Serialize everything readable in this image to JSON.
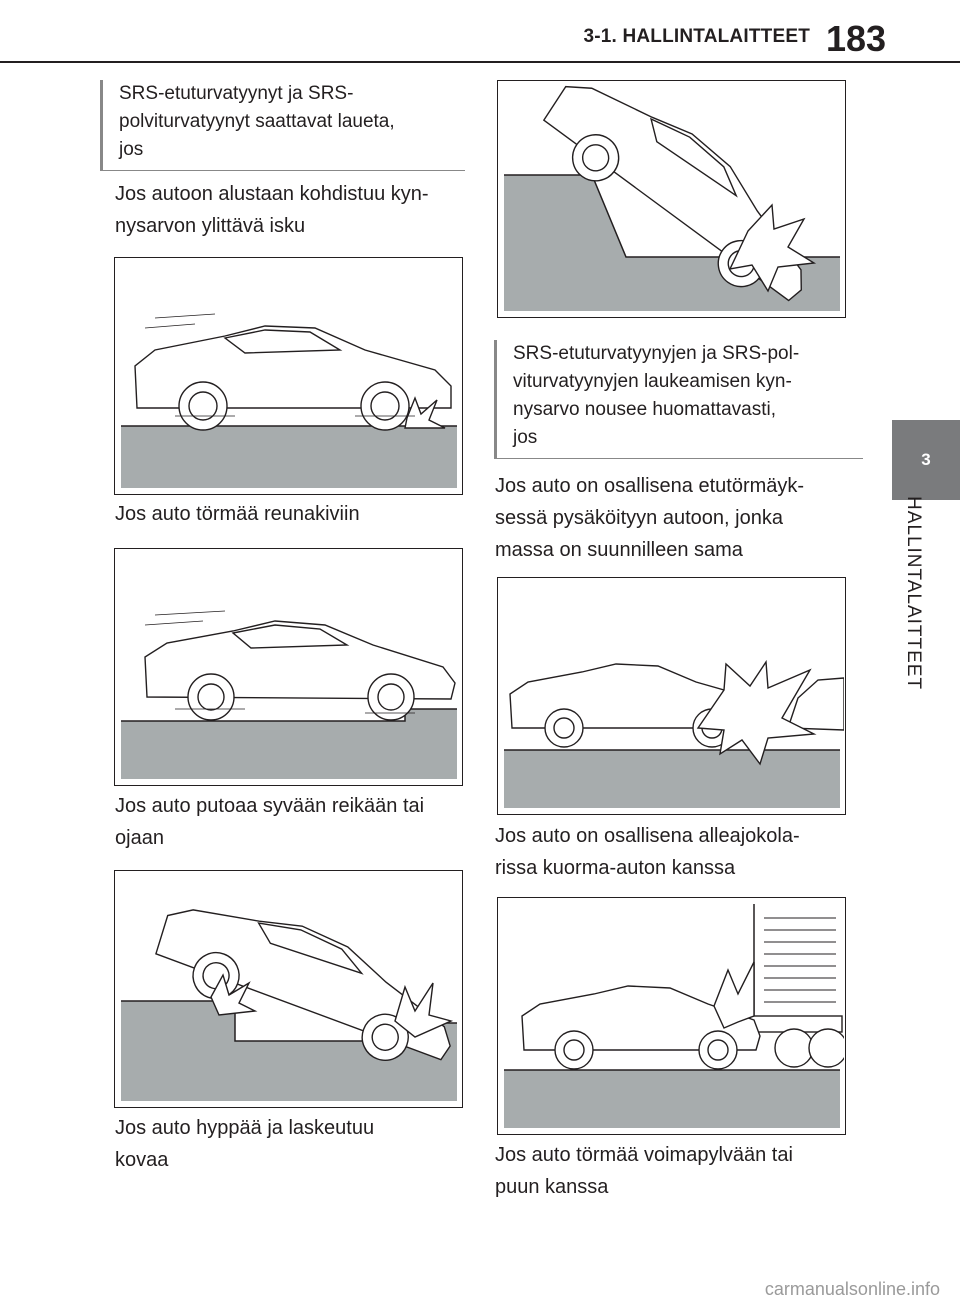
{
  "header": {
    "section_title": "3-1. HALLINTALAITTEET",
    "page_number": "183"
  },
  "side_tab": {
    "chapter_number": "3",
    "chapter_label": "HALLINTALAITTEET"
  },
  "left_column": {
    "callout": "SRS-etuturvatyynyt ja SRS-polviturvatyynyt saattavat laueta, jos",
    "items": [
      {
        "caption": "Jos autoon alustaan kohdistuu kyn-nysarvon ylittävä isku",
        "figure": "car-hits-curb"
      },
      {
        "caption": "Jos auto törmää reunakiviin",
        "figure": "car-curb-step"
      },
      {
        "caption": "Jos auto putoaa syvään reikään tai ojaan",
        "figure": "car-drop-hole"
      },
      {
        "caption": "Jos auto hyppää ja laskeutuu kovaa",
        "figure": "car-jump-land"
      }
    ]
  },
  "right_column": {
    "top_figure": "car-downhill",
    "callout": "SRS-etuturvatyynyjen ja SRS-pol-viturvatyynyjen laukeamisen kyn-nysarvo nousee huomattavasti, jos",
    "items": [
      {
        "caption": "Jos auto on osallisena etutörmäyk-sessä pysäköityyn autoon, jonka massa on suunnilleen sama",
        "figure": "car-frontal-parked"
      },
      {
        "caption": "Jos auto on osallisena alleajokola-rissa kuorma-auton kanssa",
        "figure": "car-under-truck"
      },
      {
        "caption": "Jos auto törmää voimapylvään tai puun kanssa",
        "figure": "car-pole"
      }
    ]
  },
  "watermark": "carmanualsonline.info",
  "colors": {
    "ground": "#a7acad",
    "line": "#231f20",
    "tab": "#7a7b7d"
  }
}
